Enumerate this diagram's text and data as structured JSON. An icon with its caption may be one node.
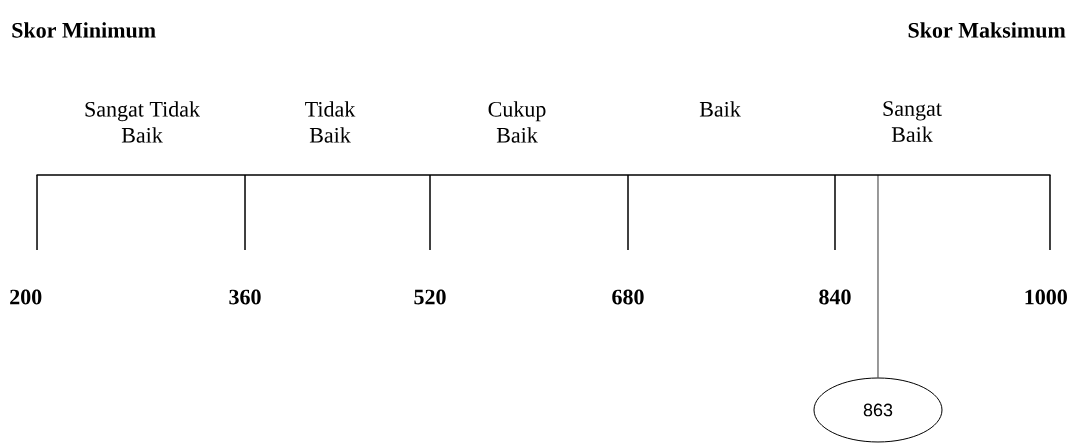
{
  "diagram": {
    "nodes": [
      {
        "text": [],
        "shape": "bar"
      },
      {
        "text": [
          "863"
        ]
      }
    ],
    "edges": [
      {
        "from": 1,
        "to": 0,
        "arrow": "none"
      }
    ],
    "labels": [
      "Skor Minimum",
      "Skor Maksimum",
      "Sangat Tidak Baik",
      "Tidak Baik",
      "Cukup Baik",
      "Baik",
      "Sangat Baik",
      "200",
      "360",
      "520",
      "680",
      "840",
      "1000"
    ]
  }
}
